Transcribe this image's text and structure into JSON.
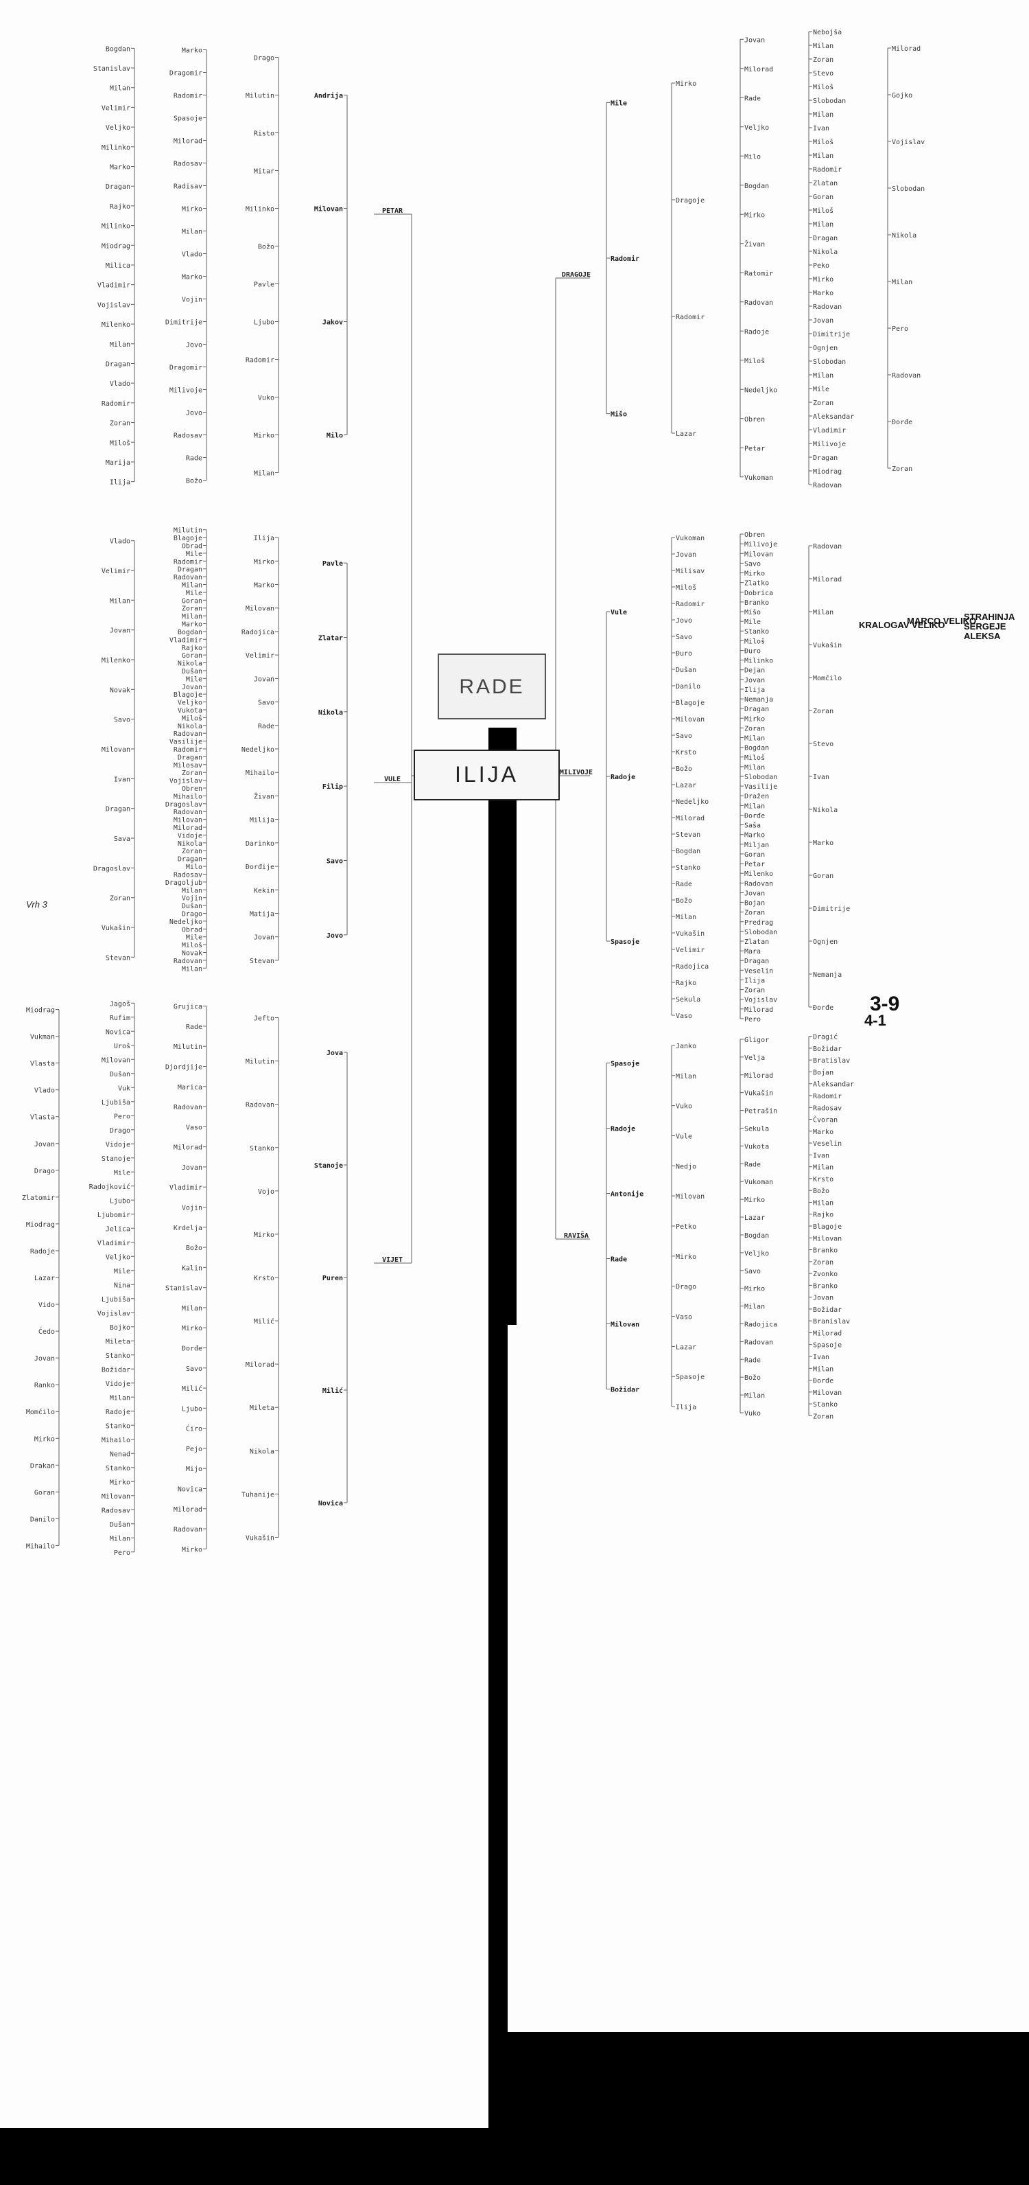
{
  "title": "RADE",
  "root": "ILIJA",
  "notes": {
    "n1": "KRALOGAV VELIKO",
    "n2": "MARCO VELIKO",
    "n3": "STRAHINJA SERGEJE ALEKSA",
    "n4": "3-9",
    "n5": "4-1",
    "vrh": "Vrh 3"
  },
  "colors": {
    "paper": "#fdfdfd",
    "ink": "#3a3a3a",
    "border": "#000000"
  },
  "branches": {
    "right": {
      "gen1": [
        "DRAGOJE",
        "MILIVOJE",
        "RAVIŠA"
      ],
      "dragoje": {
        "gen2": [
          "Mile",
          "Radomir",
          "Mišo"
        ],
        "gen3": [
          "Mirko",
          "Dragoje",
          "Radomir",
          "Lazar"
        ],
        "gen4": [
          "Jovan",
          "Milorad",
          "Rade",
          "Veljko",
          "Milo",
          "Bogdan",
          "Mirko",
          "Živan",
          "Ratomir",
          "Radovan",
          "Radoje",
          "Miloš",
          "Nedeljko",
          "Obren",
          "Petar",
          "Vukoman"
        ],
        "gen5": [
          "Nebojša",
          "Milan",
          "Zoran",
          "Stevo",
          "Miloš",
          "Slobodan",
          "Milan",
          "Ivan",
          "Miloš",
          "Milan",
          "Radomir",
          "Zlatan",
          "Goran",
          "Miloš",
          "Milan",
          "Dragan",
          "Nikola",
          "Peko",
          "Mirko",
          "Marko",
          "Radovan",
          "Jovan",
          "Dimitrije",
          "Ognjen",
          "Slobodan",
          "Milan",
          "Mile",
          "Zoran",
          "Aleksandar",
          "Vladimir",
          "Milivoje",
          "Dragan",
          "Miodrag",
          "Radovan"
        ],
        "gen6": [
          "Milorad",
          "Gojko",
          "Vojislav",
          "Slobodan",
          "Nikola",
          "Milan",
          "Pero",
          "Radovan",
          "Đorđe",
          "Zoran"
        ]
      },
      "milivoje": {
        "gen2": [
          "Vule",
          "Radoje",
          "Spasoje"
        ],
        "gen3": [
          "Vukoman",
          "Jovan",
          "Milisav",
          "Miloš",
          "Radomir",
          "Jovo",
          "Savo",
          "Đuro",
          "Dušan",
          "Danilo",
          "Blagoje",
          "Milovan",
          "Savo",
          "Krsto",
          "Božo",
          "Lazar",
          "Nedeljko",
          "Milorad",
          "Stevan",
          "Bogdan",
          "Stanko",
          "Rade",
          "Božo",
          "Milan",
          "Vukašin",
          "Velimir",
          "Radojica",
          "Rajko",
          "Sekula",
          "Vaso"
        ],
        "gen4": [
          "Obren",
          "Milivoje",
          "Milovan",
          "Savo",
          "Mirko",
          "Zlatko",
          "Dobrica",
          "Branko",
          "Mišo",
          "Mile",
          "Stanko",
          "Miloš",
          "Đuro",
          "Milinko",
          "Dejan",
          "Jovan",
          "Ilija",
          "Nemanja",
          "Dragan",
          "Mirko",
          "Zoran",
          "Milan",
          "Bogdan",
          "Miloš",
          "Milan",
          "Slobodan",
          "Vasilije",
          "Dražen",
          "Milan",
          "Đorđe",
          "Saša",
          "Marko",
          "Miljan",
          "Goran",
          "Petar",
          "Milenko",
          "Radovan",
          "Jovan",
          "Bojan",
          "Zoran",
          "Predrag",
          "Slobodan",
          "Zlatan",
          "Mara",
          "Dragan",
          "Veselin",
          "Ilija",
          "Zoran",
          "Vojislav",
          "Milorad",
          "Pero"
        ],
        "gen5": [
          "Radovan",
          "Milorad",
          "Milan",
          "Vukašin",
          "Momčilo",
          "Zoran",
          "Stevo",
          "Ivan",
          "Nikola",
          "Marko",
          "Goran",
          "Dimitrije",
          "Ognjen",
          "Nemanja",
          "Đorđe"
        ]
      },
      "ravisa": {
        "gen2": [
          "Spasoje",
          "Radoje",
          "Antonije",
          "Rade",
          "Milovan",
          "Božidar"
        ],
        "gen3": [
          "Janko",
          "Milan",
          "Vuko",
          "Vule",
          "Nedjo",
          "Milovan",
          "Petko",
          "Mirko",
          "Drago",
          "Vaso",
          "Lazar",
          "Spasoje",
          "Ilija"
        ],
        "gen4": [
          "Gligor",
          "Velja",
          "Milorad",
          "Vukašin",
          "Petrašin",
          "Sekula",
          "Vukota",
          "Rade",
          "Vukoman",
          "Mirko",
          "Lazar",
          "Bogdan",
          "Veljko",
          "Savo",
          "Mirko",
          "Milan",
          "Radojica",
          "Radovan",
          "Rade",
          "Božo",
          "Milan",
          "Vuko"
        ],
        "gen5": [
          "Dragić",
          "Božidar",
          "Bratislav",
          "Bojan",
          "Aleksandar",
          "Radomir",
          "Radosav",
          "Čvoran",
          "Marko",
          "Veselin",
          "Ivan",
          "Milan",
          "Krsto",
          "Božo",
          "Milan",
          "Rajko",
          "Blagoje",
          "Milovan",
          "Branko",
          "Zoran",
          "Zvonko",
          "Branko",
          "Jovan",
          "Božidar",
          "Branislav",
          "Milorad",
          "Spasoje",
          "Ivan",
          "Milan",
          "Đorđe",
          "Milovan",
          "Stanko",
          "Zoran"
        ]
      }
    },
    "left": {
      "gen1": [
        "PETAR",
        "VULE",
        "VIJET"
      ],
      "petar": {
        "gen2": [
          "Andrija",
          "Milovan",
          "Jakov",
          "Milo"
        ],
        "gen3": [
          "Drago",
          "Milutin",
          "Risto",
          "Mitar",
          "Milinko",
          "Božo",
          "Pavle",
          "Ljubo",
          "Radomir",
          "Vuko",
          "Mirko",
          "Milan"
        ],
        "gen4": [
          "Marko",
          "Dragomir",
          "Radomir",
          "Spasoje",
          "Milorad",
          "Radosav",
          "Radisav",
          "Mirko",
          "Milan",
          "Vlado",
          "Marko",
          "Vojin",
          "Dimitrije",
          "Jovo",
          "Dragomir",
          "Milivoje",
          "Jovo",
          "Radosav",
          "Rade",
          "Božo"
        ],
        "gen5": [
          "Bogdan",
          "Stanislav",
          "Milan",
          "Velimir",
          "Veljko",
          "Milinko",
          "Marko",
          "Dragan",
          "Rajko",
          "Milinko",
          "Miodrag",
          "Milica",
          "Vladimir",
          "Vojislav",
          "Milenko",
          "Milan",
          "Dragan",
          "Vlado",
          "Radomir",
          "Zoran",
          "Miloš",
          "Marija",
          "Ilija"
        ]
      },
      "vule": {
        "gen2": [
          "Pavle",
          "Zlatar",
          "Nikola",
          "Filip",
          "Savo",
          "Jovo"
        ],
        "gen3": [
          "Ilija",
          "Mirko",
          "Marko",
          "Milovan",
          "Radojica",
          "Velimir",
          "Jovan",
          "Savo",
          "Rade",
          "Nedeljko",
          "Mihailo",
          "Živan",
          "Milija",
          "Darinko",
          "Đorđije",
          "Kekin",
          "Matija",
          "Jovan",
          "Stevan"
        ],
        "gen4": [
          "Milutin",
          "Blagoje",
          "Obrad",
          "Mile",
          "Radomir",
          "Dragan",
          "Radovan",
          "Milan",
          "Mile",
          "Goran",
          "Zoran",
          "Milan",
          "Marko",
          "Bogdan",
          "Vladimir",
          "Rajko",
          "Goran",
          "Nikola",
          "Dušan",
          "Mile",
          "Jovan",
          "Blagoje",
          "Veljko",
          "Vukota",
          "Miloš",
          "Nikola",
          "Radovan",
          "Vasilije",
          "Radomir",
          "Dragan",
          "Milosav",
          "Zoran",
          "Vojislav",
          "Obren",
          "Mihailo",
          "Dragoslav",
          "Radovan",
          "Milovan",
          "Milorad",
          "Vidoje",
          "Nikola",
          "Zoran",
          "Dragan",
          "Milo",
          "Radosav",
          "Dragoljub",
          "Milan",
          "Vojin",
          "Dušan",
          "Drago",
          "Nedeljko",
          "Obrad",
          "Mile",
          "Miloš",
          "Novak",
          "Radovan",
          "Milan"
        ],
        "gen5": [
          "Vlado",
          "Velimir",
          "Milan",
          "Jovan",
          "Milenko",
          "Novak",
          "Savo",
          "Milovan",
          "Ivan",
          "Dragan",
          "Sava",
          "Dragoslav",
          "Zoran",
          "Vukašin",
          "Stevan"
        ]
      },
      "vijet": {
        "gen2": [
          "Jova",
          "Stanoje",
          "Puren",
          "Milić",
          "Novica"
        ],
        "gen3": [
          "Jefto",
          "Milutin",
          "Radovan",
          "Stanko",
          "Vojo",
          "Mirko",
          "Krsto",
          "Milić",
          "Milorad",
          "Mileta",
          "Nikola",
          "Tuhanije",
          "Vukašin"
        ],
        "gen4": [
          "Grujica",
          "Rade",
          "Milutin",
          "Djordjije",
          "Marica",
          "Radovan",
          "Vaso",
          "Milorad",
          "Jovan",
          "Vladimir",
          "Vojin",
          "Krdelja",
          "Božo",
          "Kalin",
          "Stanislav",
          "Milan",
          "Mirko",
          "Đorđe",
          "Savo",
          "Milić",
          "Ljubo",
          "Ćiro",
          "Pejo",
          "Mijo",
          "Novica",
          "Milorad",
          "Radovan",
          "Mirko"
        ],
        "gen5": [
          "Jagoš",
          "Rufim",
          "Novica",
          "Uroš",
          "Milovan",
          "Dušan",
          "Vuk",
          "Ljubiša",
          "Pero",
          "Drago",
          "Vidoje",
          "Stanoje",
          "Mile",
          "Radojković",
          "Ljubo",
          "Ljubomir",
          "Jelica",
          "Vladimir",
          "Veljko",
          "Mile",
          "Nina",
          "Ljubiša",
          "Vojislav",
          "Bojko",
          "Mileta",
          "Stanko",
          "Božidar",
          "Vidoje",
          "Milan",
          "Radoje",
          "Stanko",
          "Mihailo",
          "Nenad",
          "Stanko",
          "Mirko",
          "Milovan",
          "Radosav",
          "Dušan",
          "Milan",
          "Pero"
        ],
        "gen6": [
          "Miodrag",
          "Vukman",
          "Vlasta",
          "Vlado",
          "Vlasta",
          "Jovan",
          "Drago",
          "Zlatomir",
          "Miodrag",
          "Radoje",
          "Lazar",
          "Vido",
          "Čedo",
          "Jovan",
          "Ranko",
          "Momčilo",
          "Mirko",
          "Drakan",
          "Goran",
          "Danilo",
          "Mihailo"
        ]
      }
    }
  }
}
